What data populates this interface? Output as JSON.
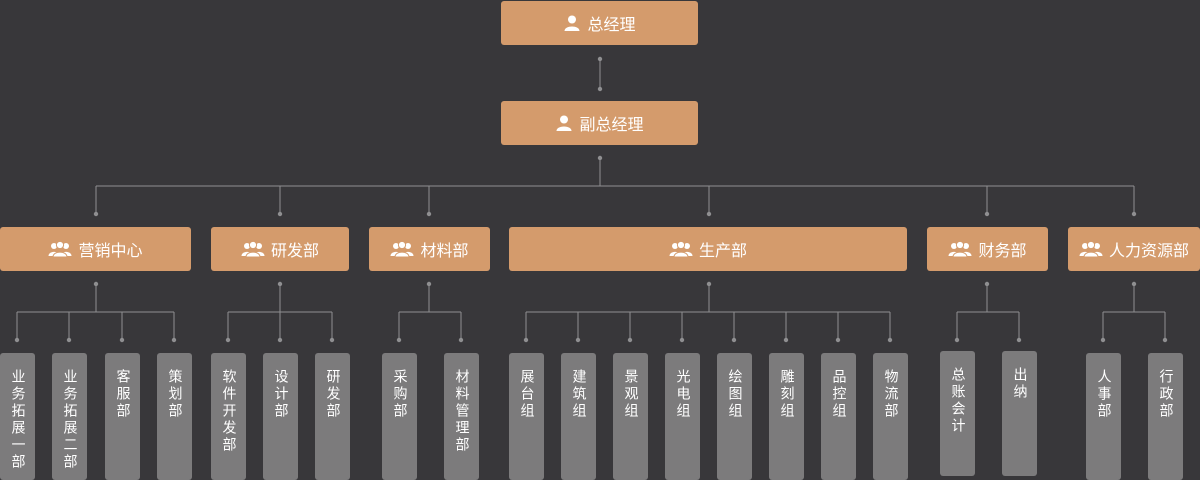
{
  "colors": {
    "background": "#38373a",
    "box": "#d49b6c",
    "leaf": "#7c7b7c",
    "line": "#8f8f91",
    "text": "#ffffff"
  },
  "icons": {
    "single": "person-icon",
    "group": "group-icon"
  },
  "top": {
    "title": "总经理"
  },
  "deputy": {
    "title": "副总经理"
  },
  "departments": [
    {
      "name": "营销中心",
      "units": [
        "业务拓展一部",
        "业务拓展二部",
        "客服部",
        "策划部"
      ]
    },
    {
      "name": "研发部",
      "units": [
        "软件开发部",
        "设计部",
        "研发部"
      ]
    },
    {
      "name": "材料部",
      "units": [
        "采购部",
        "材料管理部"
      ]
    },
    {
      "name": "生产部",
      "units": [
        "展台组",
        "建筑组",
        "景观组",
        "光电组",
        "绘图组",
        "雕刻组",
        "品控组",
        "物流部"
      ]
    },
    {
      "name": "财务部",
      "units": [
        "总账会计",
        "出纳"
      ]
    },
    {
      "name": "人力资源部",
      "units": [
        "人事部",
        "行政部"
      ]
    }
  ]
}
